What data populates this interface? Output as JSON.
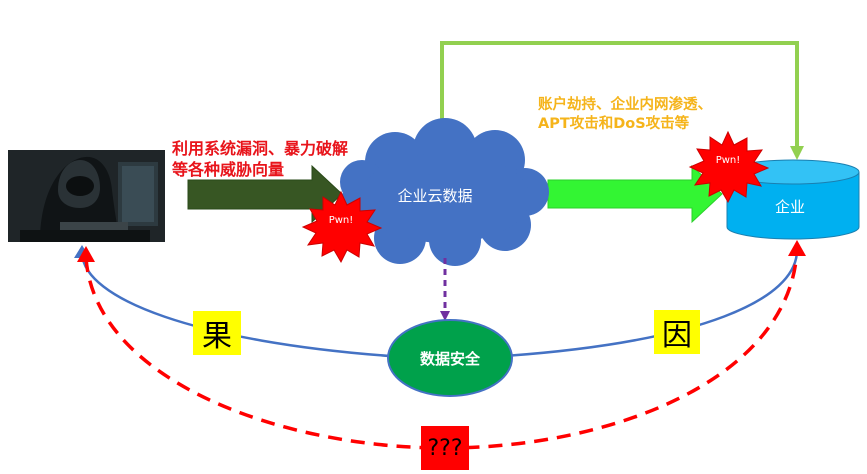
{
  "labels": {
    "attack_vectors": "利用系统漏洞、暴力破解等各种威胁向量",
    "threats": "账户劫持、企业内网渗透、APT攻击和DoS攻击等",
    "cloud": "企业云数据",
    "enterprise": "企业",
    "data_security": "数据安全",
    "pwn_cloud": "Pwn!",
    "pwn_enterprise": "Pwn!",
    "effect": "果",
    "cause": "因",
    "unknown": "???"
  },
  "colors": {
    "dark_green_arrow": "#375623",
    "bright_green_arrow": "#33f533",
    "feedback_green": "#92d050",
    "cloud_blue": "#4472c4",
    "database_blue": "#00b0f0",
    "data_security_green": "#00a14b",
    "cause_effect_arc": "#4472c4",
    "dashed_red": "#ff0000",
    "dashed_purple": "#7030a0",
    "yellow_box": "#ffff00",
    "red_box": "#ff0000"
  },
  "icons": {
    "hacker": "hacker-at-laptop-image",
    "explosion": "red-starburst-icon"
  }
}
